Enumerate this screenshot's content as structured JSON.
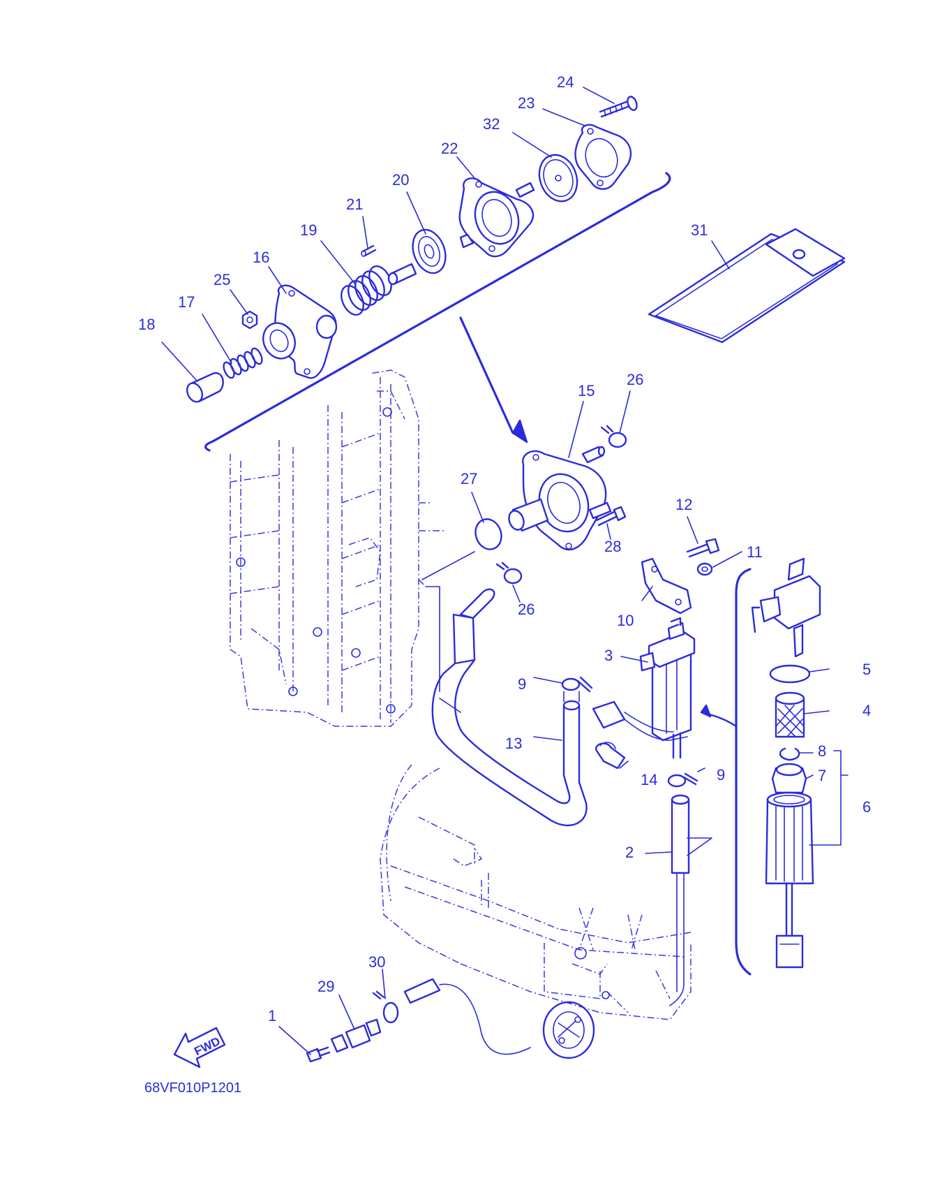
{
  "diagram": {
    "drawing_code": "68VF010P1201",
    "direction_badge": "FWD",
    "callouts": [
      "1",
      "2",
      "3",
      "4",
      "5",
      "6",
      "7",
      "8",
      "9",
      "9",
      "10",
      "11",
      "12",
      "13",
      "14",
      "15",
      "16",
      "17",
      "18",
      "19",
      "20",
      "21",
      "22",
      "23",
      "24",
      "25",
      "26",
      "26",
      "27",
      "28",
      "29",
      "30",
      "31",
      "32"
    ],
    "ink_color": "#2b2bdc",
    "paper_color": "#ffffff"
  }
}
